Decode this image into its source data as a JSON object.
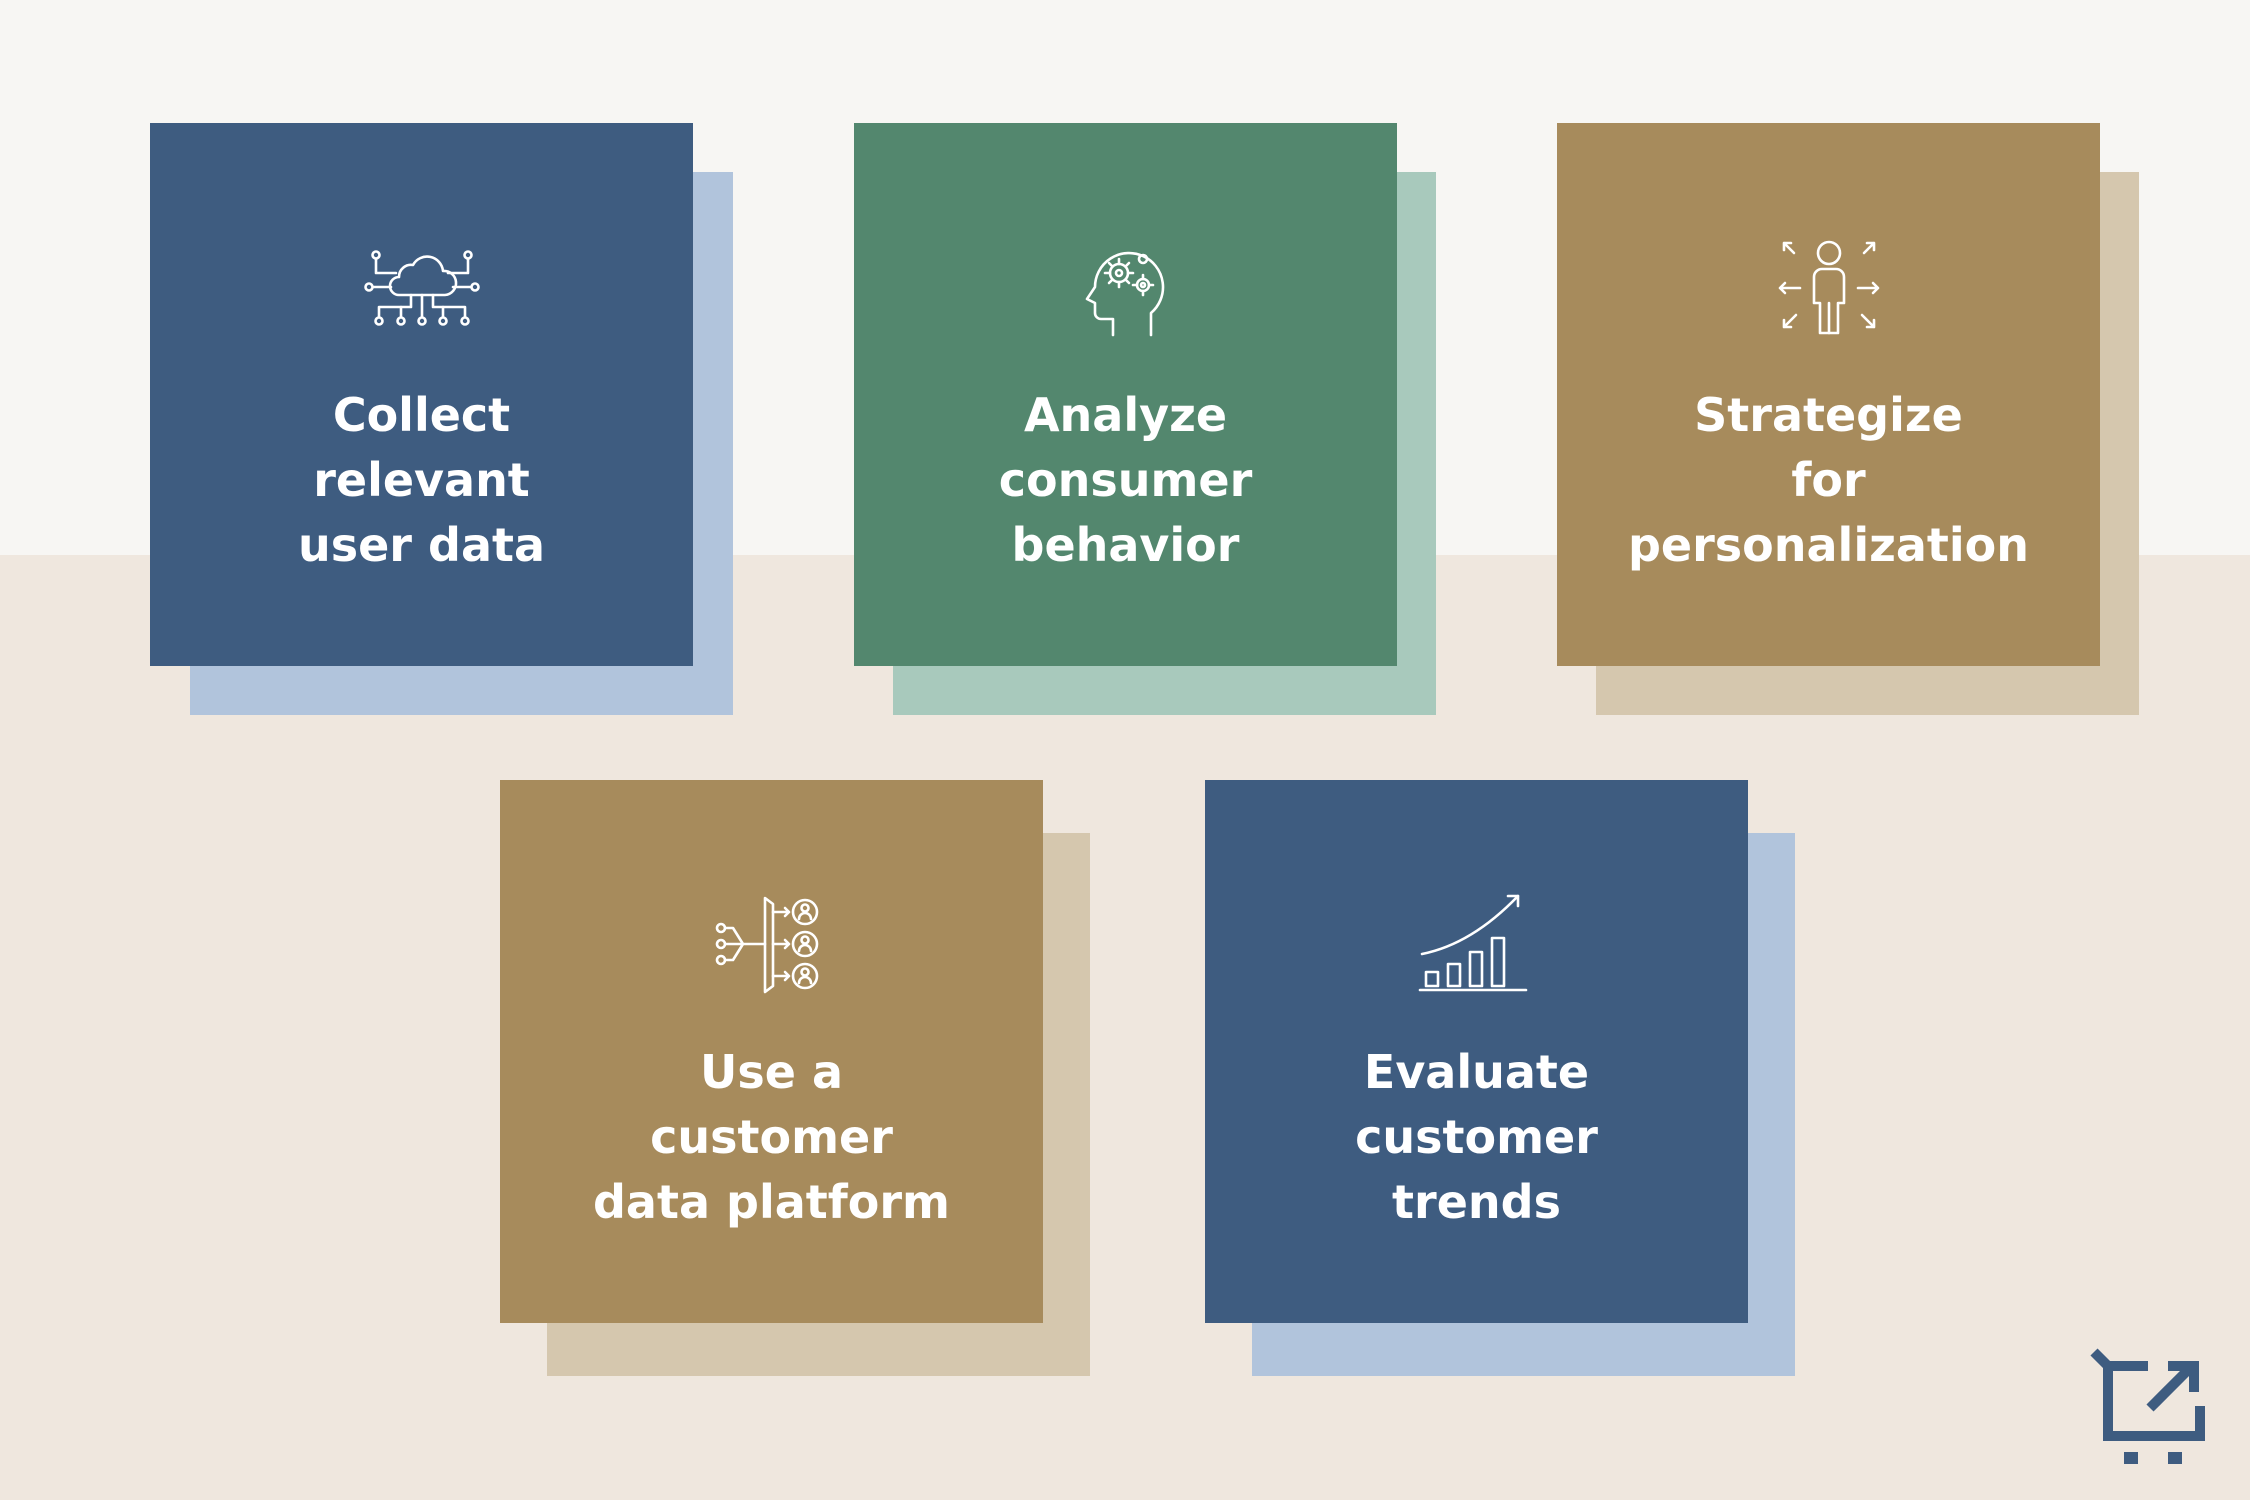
{
  "cards": [
    {
      "label": "Collect\nrelevant\nuser data",
      "icon": "cloud-network-icon",
      "color": "#3e5c80",
      "shadow_color": "#b1c4dc"
    },
    {
      "label": "Analyze\nconsumer\nbehavior",
      "icon": "brain-gears-icon",
      "color": "#53876e",
      "shadow_color": "#a8c9bc"
    },
    {
      "label": "Strategize\nfor\npersonalization",
      "icon": "person-arrows-icon",
      "color": "#a78b5c",
      "shadow_color": "#d5c7ae"
    },
    {
      "label": "Use a\ncustomer\ndata platform",
      "icon": "data-platform-users-icon",
      "color": "#a78b5c",
      "shadow_color": "#d5c7ae"
    },
    {
      "label": "Evaluate\ncustomer\ntrends",
      "icon": "growth-chart-icon",
      "color": "#3e5c80",
      "shadow_color": "#b1c4dc"
    }
  ],
  "logo": {
    "icon": "cart-arrow-logo-icon",
    "color": "#3e5c80"
  },
  "background": {
    "top": "#f7f6f3",
    "bottom": "#efe7de"
  }
}
